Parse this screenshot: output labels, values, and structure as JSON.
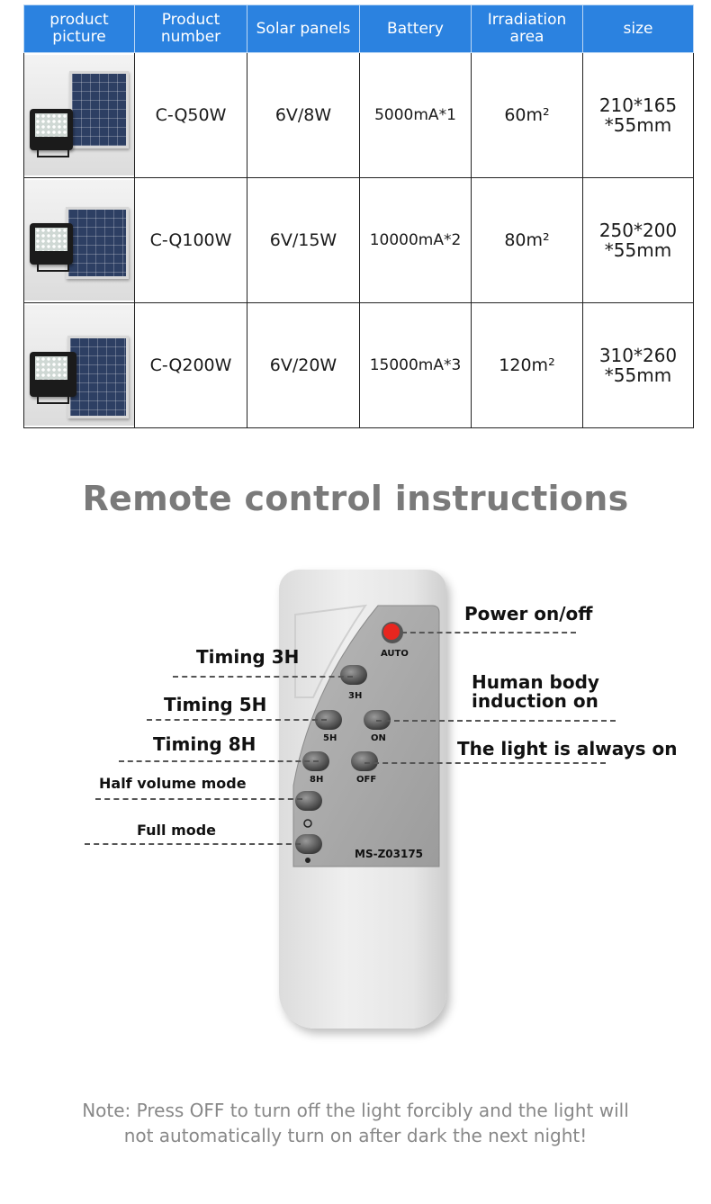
{
  "table": {
    "headers": [
      "product\npicture",
      "Product\nnumber",
      "Solar panels",
      "Battery",
      "Irradiation\narea",
      "size"
    ],
    "rows": [
      {
        "number": "C-Q50W",
        "solar": "6V/8W",
        "battery": "5000mA*1",
        "area": "60m²",
        "size": "210*165\n*55mm"
      },
      {
        "number": "C-Q100W",
        "solar": "6V/15W",
        "battery": "10000mA*2",
        "area": "80m²",
        "size": "250*200\n*55mm"
      },
      {
        "number": "C-Q200W",
        "solar": "6V/20W",
        "battery": "15000mA*3",
        "area": "120m²",
        "size": "310*260\n*55mm"
      }
    ],
    "header_color": "#2b82e0"
  },
  "title": "Remote control instructions",
  "remote": {
    "model": "MS-Z03175",
    "buttons": {
      "auto": "AUTO",
      "h3": "3H",
      "h5": "5H",
      "on": "ON",
      "h8": "8H",
      "off": "OFF"
    },
    "labels": {
      "timing3": "Timing 3H",
      "timing5": "Timing 5H",
      "timing8": "Timing 8H",
      "half": "Half volume mode",
      "full": "Full mode",
      "power": "Power on/off",
      "human1": "Human body",
      "human2": "induction on",
      "always": "The light is always on"
    },
    "power_button_color": "#e8261f"
  },
  "note": {
    "line1": "Note: Press OFF to turn off the light forcibly and the light will",
    "line2": "not automatically turn on after dark the next night!"
  }
}
